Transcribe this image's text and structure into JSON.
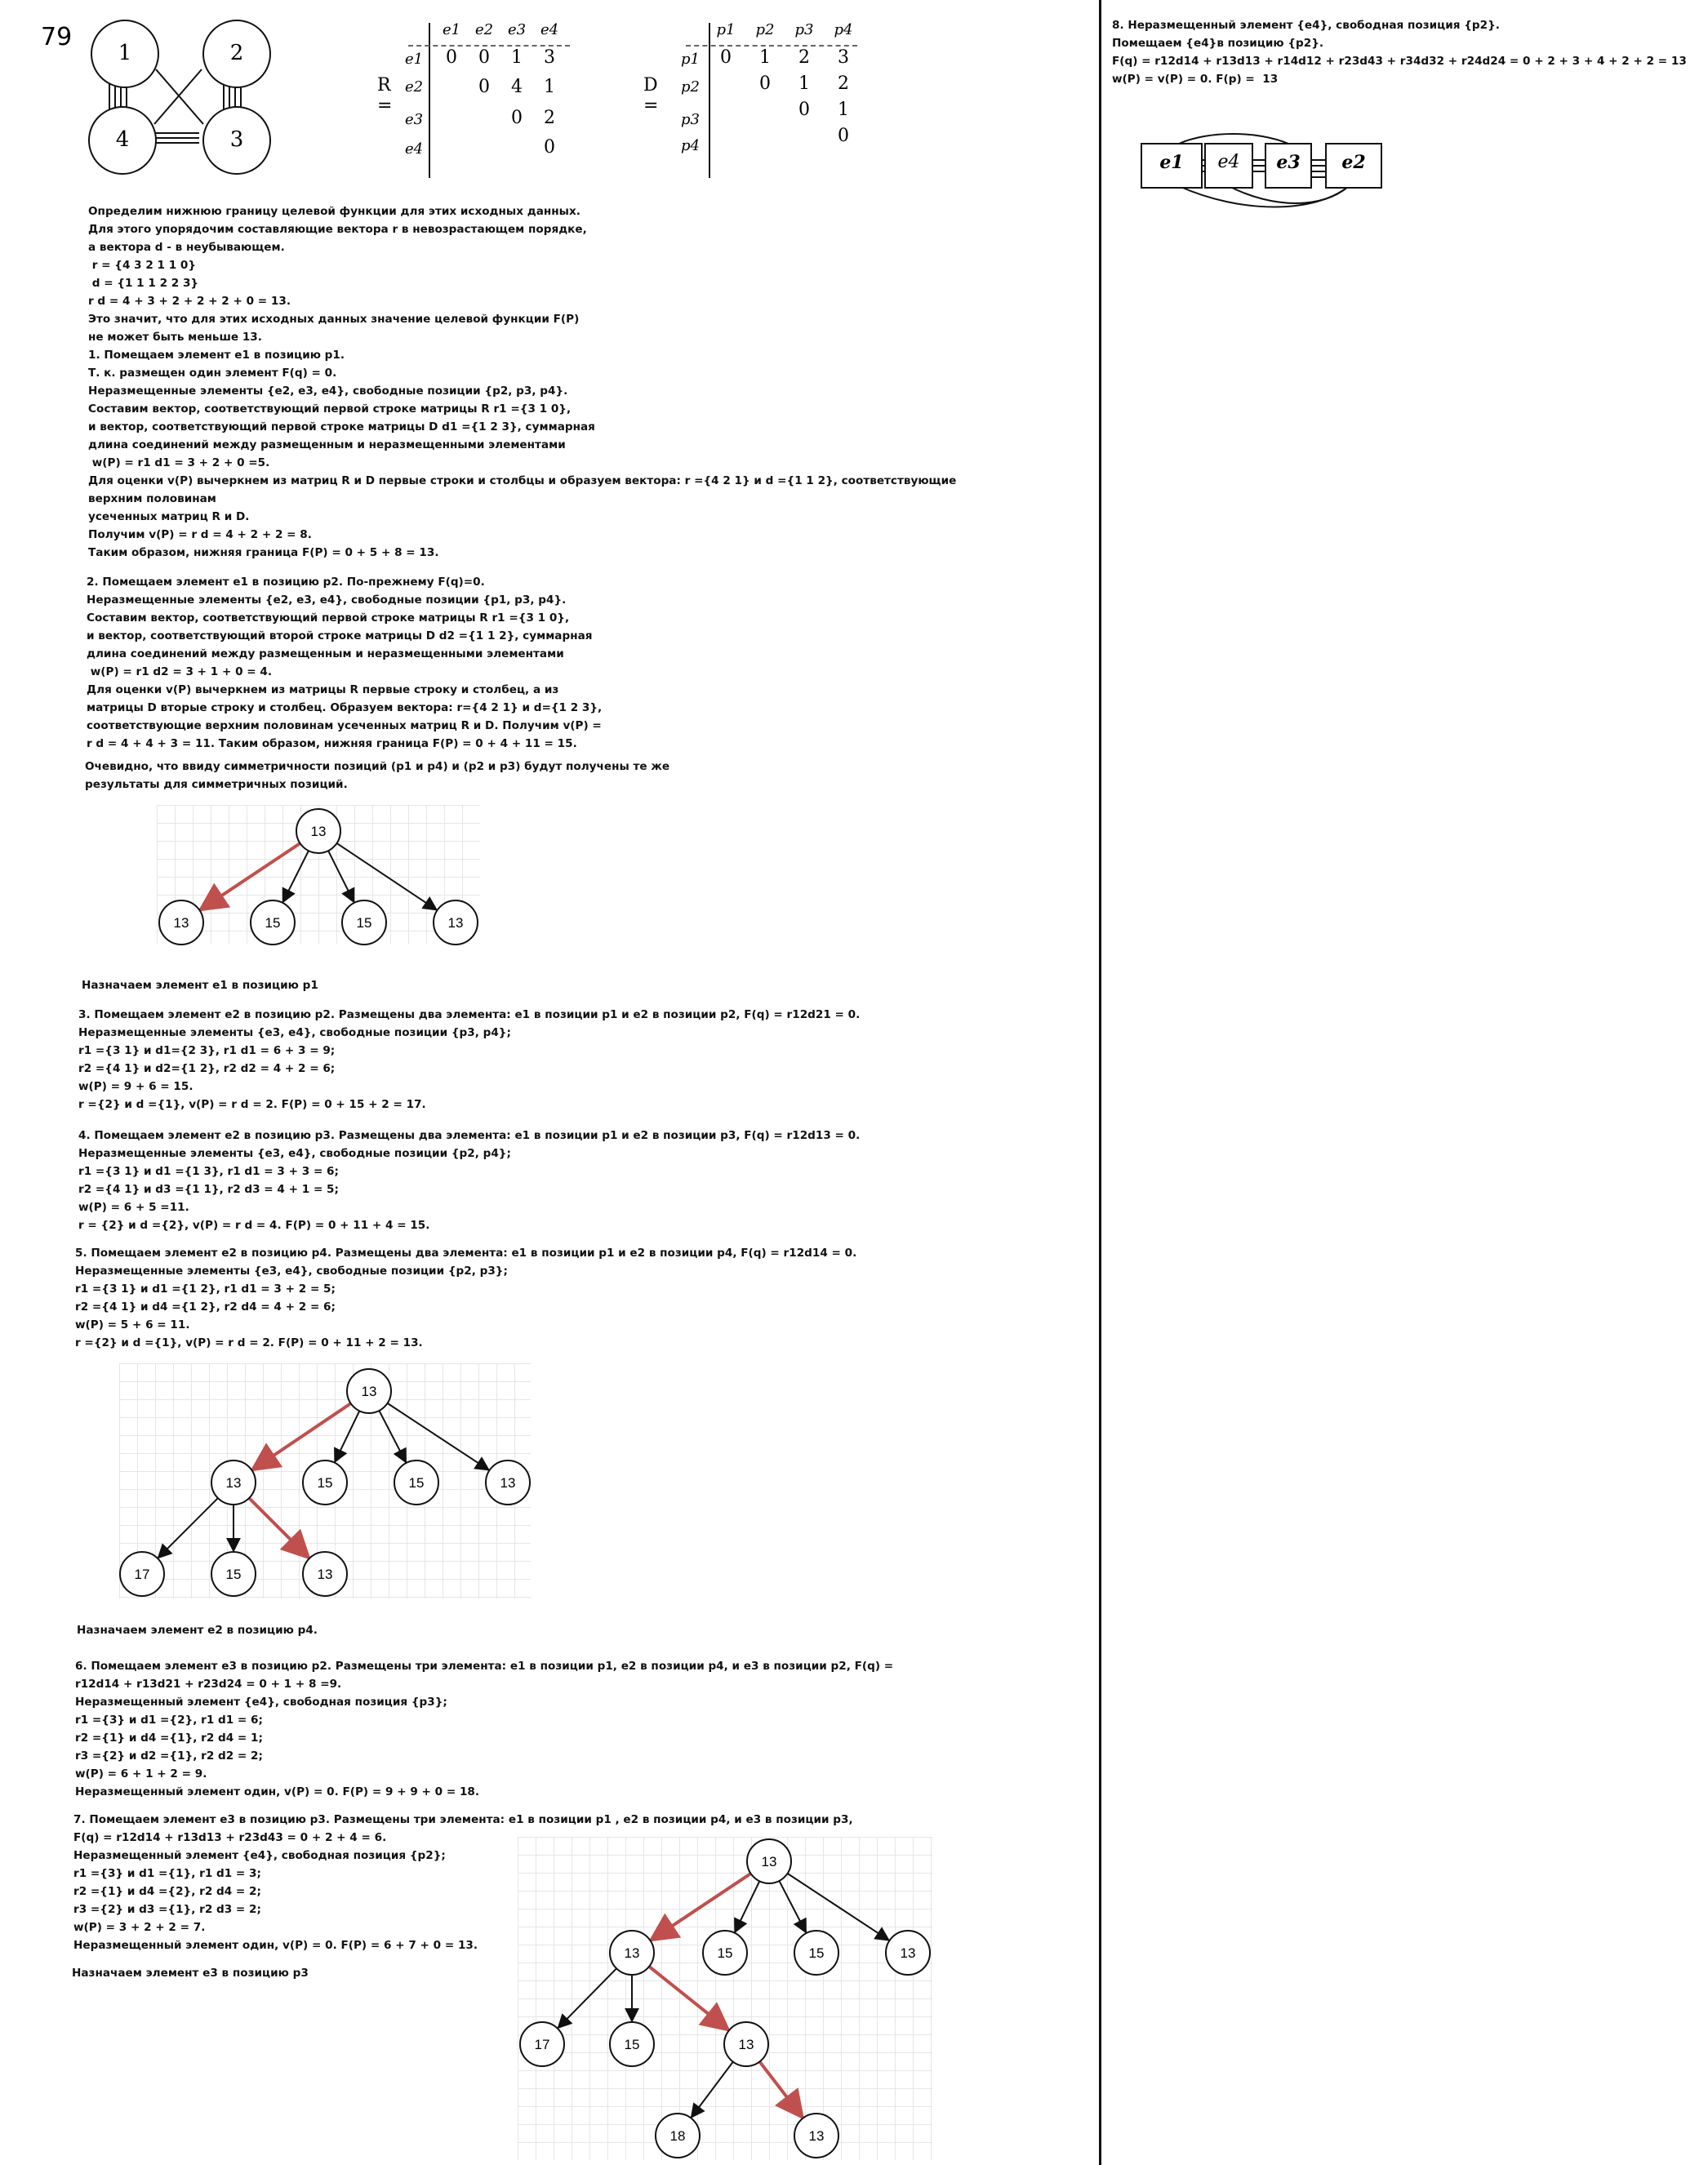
{
  "page_number": "79",
  "graph": {
    "nodes": [
      "1",
      "2",
      "4",
      "3"
    ]
  },
  "matrix_r": {
    "label": "R =",
    "col_headers": [
      "e1",
      "e2",
      "e3",
      "e4"
    ],
    "row_headers": [
      "e1",
      "e2",
      "e3",
      "e4"
    ],
    "rows": [
      [
        "0",
        "0",
        "1",
        "3"
      ],
      [
        "",
        "0",
        "4",
        "1"
      ],
      [
        "",
        "",
        "0",
        "2"
      ],
      [
        "",
        "",
        "",
        "0"
      ]
    ]
  },
  "matrix_d": {
    "label": "D =",
    "col_headers": [
      "p1",
      "p2",
      "p3",
      "p4"
    ],
    "row_headers": [
      "p1",
      "p2",
      "p3",
      "p4"
    ],
    "rows": [
      [
        "0",
        "1",
        "2",
        "3"
      ],
      [
        "",
        "0",
        "1",
        "2"
      ],
      [
        "",
        "",
        "0",
        "1"
      ],
      [
        "",
        "",
        "",
        "0"
      ]
    ]
  },
  "left_column": {
    "block1": [
      "Определим нижнюю границу целевой функции для этих исходных данных.",
      "Для этого упорядочим составляющие вектора r в невозрастающем порядке,",
      "а вектора d - в неубывающем.",
      " r = {4 3 2 1 1 0}",
      " d = {1 1 1 2 2 3}",
      "r d = 4 + 3 + 2 + 2 + 2 + 0 = 13.",
      "Это значит, что для этих исходных данных значение целевой функции F(P)",
      "не может быть меньше 13.",
      "1. Помещаем элемент e1 в позицию p1.",
      "Т. к. размещен один элемент F(q) = 0.",
      "Неразмещенные элементы {e2, e3, e4}, свободные позиции {p2, p3, p4}.",
      "Составим вектор, соответствующий первой строке матрицы R r1 ={3 1 0},",
      "и вектор, соответствующий первой строке матрицы D d1 ={1 2 3}, суммарная",
      "длина соединений между размещенным и неразмещенными элементами",
      " w(P) = r1 d1 = 3 + 2 + 0 =5.",
      "Для оценки v(P) вычеркнем из матриц R и D первые строки и столбцы и образуем вектора: r ={4 2 1} и d ={1 1 2}, соответствующие",
      "верхним половинам",
      "усеченных матриц R и D.",
      "Получим v(P) = r d = 4 + 2 + 2 = 8.",
      "Таким образом, нижняя граница F(P) = 0 + 5 + 8 = 13."
    ],
    "block2": [
      "2. Помещаем элемент e1 в позицию p2. По-прежнему F(q)=0.",
      "Неразмещенные элементы {e2, e3, e4}, свободные позиции {p1, p3, p4}.",
      "Составим вектор, соответствующий первой строке матрицы R r1 ={3 1 0},",
      "и вектор, соответствующий второй строке матрицы D d2 ={1 1 2}, суммарная",
      "длина соединений между размещенным и неразмещенными элементами",
      " w(P) = r1 d2 = 3 + 1 + 0 = 4.",
      "Для оценки v(P) вычеркнем из матрицы R первые строку и столбец, а из",
      "матрицы D вторые строку и столбец. Образуем вектора: r={4 2 1} и d={1 2 3},",
      "соответствующие верхним половинам усеченных матриц R и D. Получим v(P) =",
      "r d = 4 + 4 + 3 = 11. Таким образом, нижняя граница F(P) = 0 + 4 + 11 = 15."
    ],
    "block3": [
      "Очевидно, что ввиду симметричности позиций (p1 и p4) и (p2 и p3) будут получены те же",
      "результаты для симметричных позиций."
    ],
    "assign1": "Назначаем элемент e1 в позицию p1",
    "block4": [
      "3. Помещаем элемент e2 в позицию p2. Размещены два элемента: e1 в позиции p1 и e2 в позиции p2, F(q) = r12d21 = 0.",
      "Неразмещенные элементы {e3, e4}, свободные позиции {p3, p4};",
      "r1 ={3 1} и d1={2 3}, r1 d1 = 6 + 3 = 9;",
      "r2 ={4 1} и d2={1 2}, r2 d2 = 4 + 2 = 6;",
      "w(P) = 9 + 6 = 15.",
      "r ={2} и d ={1}, v(P) = r d = 2. F(P) = 0 + 15 + 2 = 17."
    ],
    "block5": [
      "4. Помещаем элемент e2 в позицию p3. Размещены два элемента: e1 в позиции p1 и e2 в позиции p3, F(q) = r12d13 = 0.",
      "Неразмещенные элементы {e3, e4}, свободные позиции {p2, p4};",
      "r1 ={3 1} и d1 ={1 3}, r1 d1 = 3 + 3 = 6;",
      "r2 ={4 1} и d3 ={1 1}, r2 d3 = 4 + 1 = 5;",
      "w(P) = 6 + 5 =11.",
      "r = {2} и d ={2}, v(P) = r d = 4. F(P) = 0 + 11 + 4 = 15."
    ],
    "block6": [
      "5. Помещаем элемент e2 в позицию p4. Размещены два элемента: e1 в позиции p1 и e2 в позиции p4, F(q) = r12d14 = 0.",
      "Неразмещенные элементы {e3, e4}, свободные позиции {p2, p3};",
      "r1 ={3 1} и d1 ={1 2}, r1 d1 = 3 + 2 = 5;",
      "r2 ={4 1} и d4 ={1 2}, r2 d4 = 4 + 2 = 6;",
      "w(P) = 5 + 6 = 11.",
      "r ={2} и d ={1}, v(P) = r d = 2. F(P) = 0 + 11 + 2 = 13."
    ],
    "assign2": "Назначаем элемент e2 в позицию p4.",
    "block7": [
      "6. Помещаем элемент e3 в позицию p2. Размещены три элемента: e1 в позиции p1, e2 в позиции p4, и e3 в позиции p2, F(q) =",
      "r12d14 + r13d21 + r23d24 = 0 + 1 + 8 =9.",
      "Неразмещенный элемент {e4}, свободная позиция {p3};",
      "r1 ={3} и d1 ={2}, r1 d1 = 6;",
      "r2 ={1} и d4 ={1}, r2 d4 = 1;",
      "r3 ={2} и d2 ={1}, r2 d2 = 2;",
      "w(P) = 6 + 1 + 2 = 9.",
      "Неразмещенный элемент один, v(P) = 0. F(P) = 9 + 9 + 0 = 18."
    ],
    "block8": [
      "7. Помещаем элемент e3 в позицию p3. Размещены три элемента: e1 в позиции p1 , e2 в позиции p4, и e3 в позиции p3,",
      "F(q) = r12d14 + r13d13 + r23d43 = 0 + 2 + 4 = 6.",
      "Неразмещенный элемент {e4}, свободная позиция {p2};",
      "r1 ={3} и d1 ={1}, r1 d1 = 3;",
      "r2 ={1} и d4 ={2}, r2 d4 = 2;",
      "r3 ={2} и d3 ={1}, r2 d3 = 2;",
      "w(P) = 3 + 2 + 2 = 7.",
      "Неразмещенный элемент один, v(P) = 0. F(P) = 6 + 7 + 0 = 13."
    ],
    "assign3": "Назначаем элемент e3 в позицию p3"
  },
  "right_column": {
    "lines": [
      "8. Неразмещенный элемент {e4}, свободная позиция {p2}.",
      "Помещаем {e4}в позицию {p2}.",
      "F(q) = r12d14 + r13d13 + r14d12 + r23d43 + r34d32 + r24d24 = 0 + 2 + 3 + 4 + 2 + 2 = 13",
      "w(P) = v(P) = 0. F(p) =  13"
    ],
    "placement": [
      "e1",
      "e4",
      "e3",
      "e2"
    ]
  },
  "trees": {
    "tree1": {
      "root": "13",
      "children": [
        "13",
        "15",
        "15",
        "13"
      ]
    },
    "tree2": {
      "root": "13",
      "level1": [
        "13",
        "15",
        "15",
        "13"
      ],
      "level2": [
        "17",
        "15",
        "13"
      ]
    },
    "tree3": {
      "root": "13",
      "level1": [
        "13",
        "15",
        "15",
        "13"
      ],
      "level2": [
        "17",
        "15",
        "13"
      ],
      "level3": [
        "18",
        "13"
      ]
    }
  },
  "colors": {
    "highlight_arrow": "#c0504d",
    "line": "#111111"
  }
}
